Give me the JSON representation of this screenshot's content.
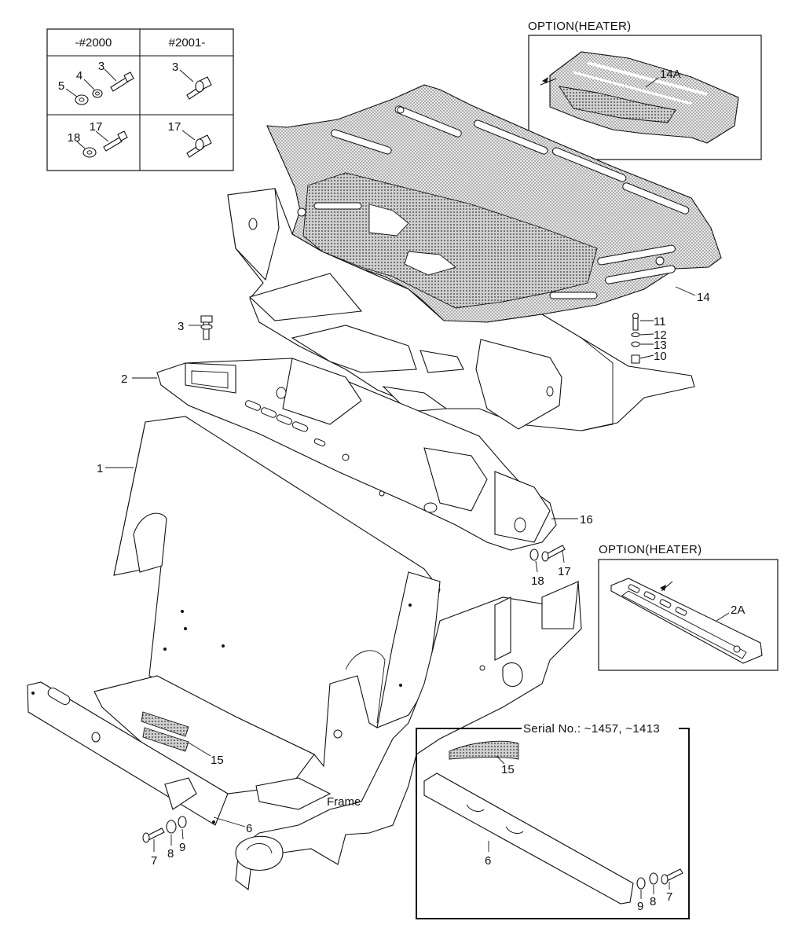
{
  "variant_table": {
    "headers": [
      "-#2000",
      "#2001-"
    ],
    "rows": [
      {
        "left": [
          "3",
          "4",
          "5"
        ],
        "right": [
          "3"
        ]
      },
      {
        "left": [
          "17",
          "18"
        ],
        "right": [
          "17"
        ]
      }
    ]
  },
  "option_heater_top": {
    "title": "OPTION(HEATER)",
    "callout": "14A"
  },
  "option_heater_right": {
    "title": "OPTION(HEATER)",
    "callout": "2A"
  },
  "serial_box": {
    "title": "Serial No.: ~1457, ~1413",
    "callouts": [
      "15",
      "6",
      "9",
      "8",
      "7"
    ]
  },
  "main_callouts": {
    "c1": "1",
    "c2": "2",
    "c3": "3",
    "c6": "6",
    "c7": "7",
    "c8": "8",
    "c9": "9",
    "c10": "10",
    "c11": "11",
    "c12": "12",
    "c13": "13",
    "c14": "14",
    "c15": "15",
    "c16": "16",
    "c17": "17",
    "c18": "18"
  },
  "frame_label": "Frame"
}
